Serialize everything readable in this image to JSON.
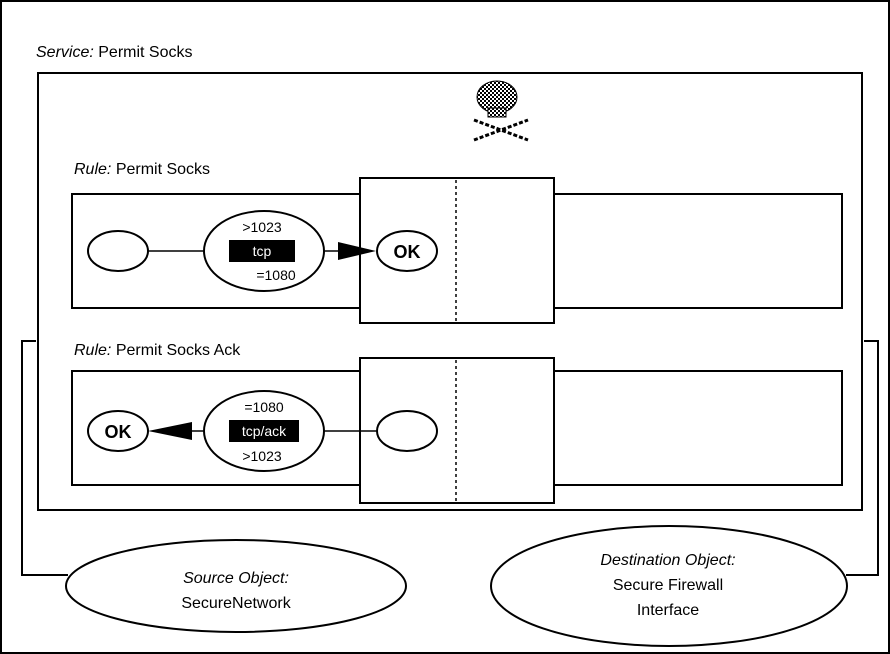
{
  "service": {
    "prefix": "Service:",
    "name": "Permit Socks"
  },
  "rule1": {
    "prefix": "Rule:",
    "name": "Permit Socks",
    "port_top": ">1023",
    "protocol": "tcp",
    "port_bottom": "=1080",
    "target": "OK"
  },
  "rule2": {
    "prefix": "Rule:",
    "name": "Permit Socks Ack",
    "port_top": "=1080",
    "protocol": "tcp/ack",
    "port_bottom": ">1023",
    "target": "OK"
  },
  "source_object": {
    "title": "Source Object:",
    "name": "SecureNetwork"
  },
  "destination_object": {
    "title": "Destination Object:",
    "line1": "Secure Firewall",
    "line2": "Interface"
  },
  "icons": {
    "service_icon": "skull-and-crossbones-icon"
  }
}
